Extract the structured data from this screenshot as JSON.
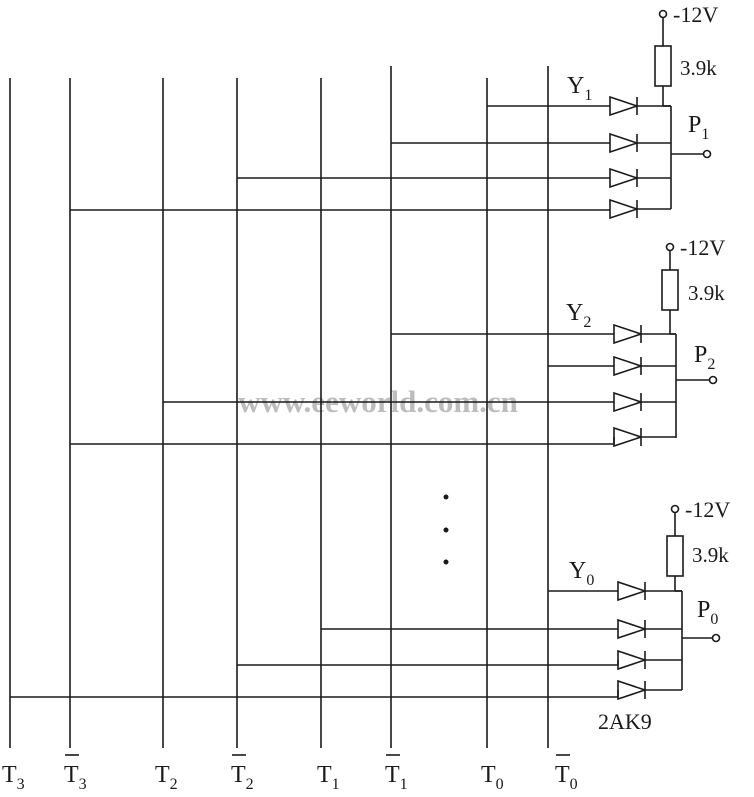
{
  "watermark": "www.eeworld.com.cn",
  "bottom_labels": [
    {
      "base": "T",
      "sub": "3",
      "bar": false
    },
    {
      "base": "T",
      "sub": "3",
      "bar": true
    },
    {
      "base": "T",
      "sub": "2",
      "bar": false
    },
    {
      "base": "T",
      "sub": "2",
      "bar": true
    },
    {
      "base": "T",
      "sub": "1",
      "bar": false
    },
    {
      "base": "T",
      "sub": "1",
      "bar": true
    },
    {
      "base": "T",
      "sub": "0",
      "bar": false
    },
    {
      "base": "T",
      "sub": "0",
      "bar": true
    }
  ],
  "gates": [
    {
      "supply": "-12V",
      "resistor": "3.9k",
      "input_base": "Y",
      "input_sub": "1",
      "output_base": "P",
      "output_sub": "1"
    },
    {
      "supply": "-12V",
      "resistor": "3.9k",
      "input_base": "Y",
      "input_sub": "2",
      "output_base": "P",
      "output_sub": "2"
    },
    {
      "supply": "-12V",
      "resistor": "3.9k",
      "input_base": "Y",
      "input_sub": "0",
      "output_base": "P",
      "output_sub": "0"
    }
  ],
  "diode_part": "2AK9"
}
